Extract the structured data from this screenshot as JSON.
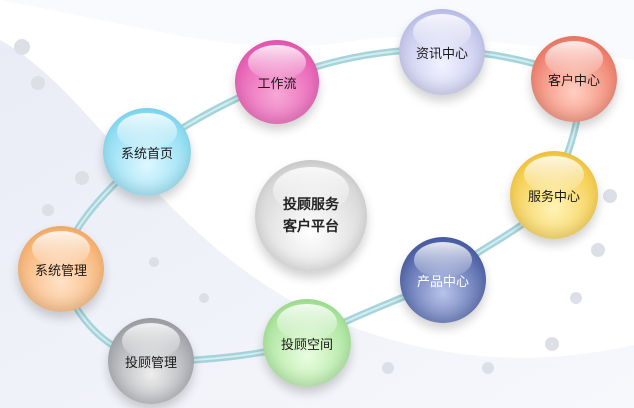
{
  "diagram": {
    "center": {
      "line1": "投顾服务",
      "line2": "客户平台"
    },
    "nodes": [
      {
        "id": "workflow",
        "label": "工作流"
      },
      {
        "id": "info-center",
        "label": "资讯中心"
      },
      {
        "id": "customer-center",
        "label": "客户中心"
      },
      {
        "id": "service-center",
        "label": "服务中心"
      },
      {
        "id": "product-center",
        "label": "产品中心"
      },
      {
        "id": "advisor-space",
        "label": "投顾空间"
      },
      {
        "id": "advisor-management",
        "label": "投顾管理"
      },
      {
        "id": "system-management",
        "label": "系统管理"
      },
      {
        "id": "system-home",
        "label": "系统首页"
      }
    ]
  },
  "colors": {
    "background_swoosh": "#e9ecf6",
    "ring": "#9ccfd7",
    "workflow": "#e85fb5",
    "info_center": "#c3c6ec",
    "customer_center": "#f07f6c",
    "service_center": "#f5cc4a",
    "product_center": "#4f63a8",
    "advisor_space": "#a8e49a",
    "advisor_management": "#a5a7ad",
    "system_management": "#f7b373",
    "system_home": "#8bdcf2",
    "center": "#d7d7d7"
  }
}
